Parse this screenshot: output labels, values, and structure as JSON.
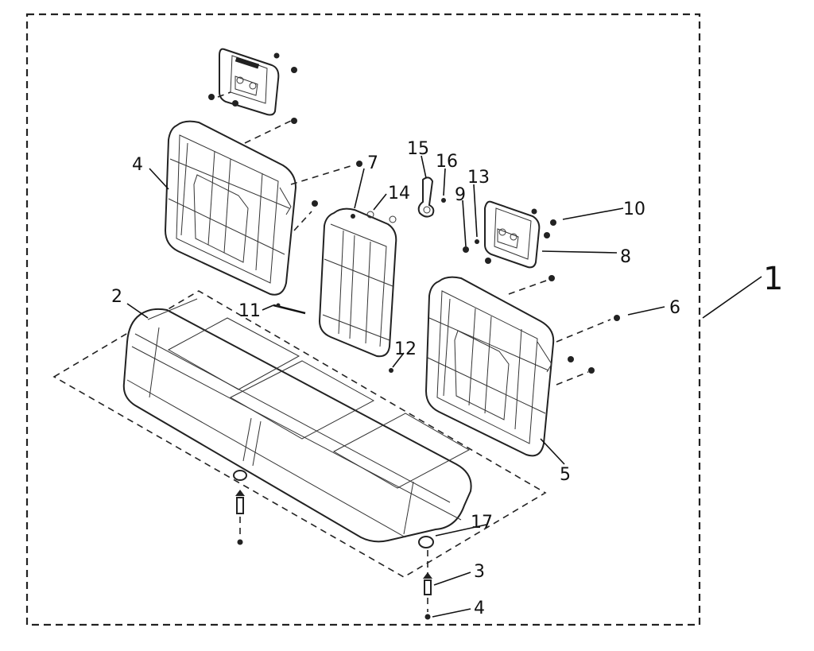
{
  "callouts": {
    "assembly": "1",
    "seat_cushion": "2",
    "bolt": "3",
    "backrest_left": "4",
    "nut": "4",
    "backrest_right": "5",
    "screw_right": "6",
    "center_armrest": "7",
    "headrest_right": "8",
    "bolt_9": "9",
    "nut_10": "10",
    "pin_11": "11",
    "pin_12": "12",
    "part_13": "13",
    "washer_14": "14",
    "latch_15": "15",
    "part_16": "16",
    "bushing_17": "17"
  },
  "colors": {
    "line": "#222222",
    "background": "#ffffff"
  }
}
